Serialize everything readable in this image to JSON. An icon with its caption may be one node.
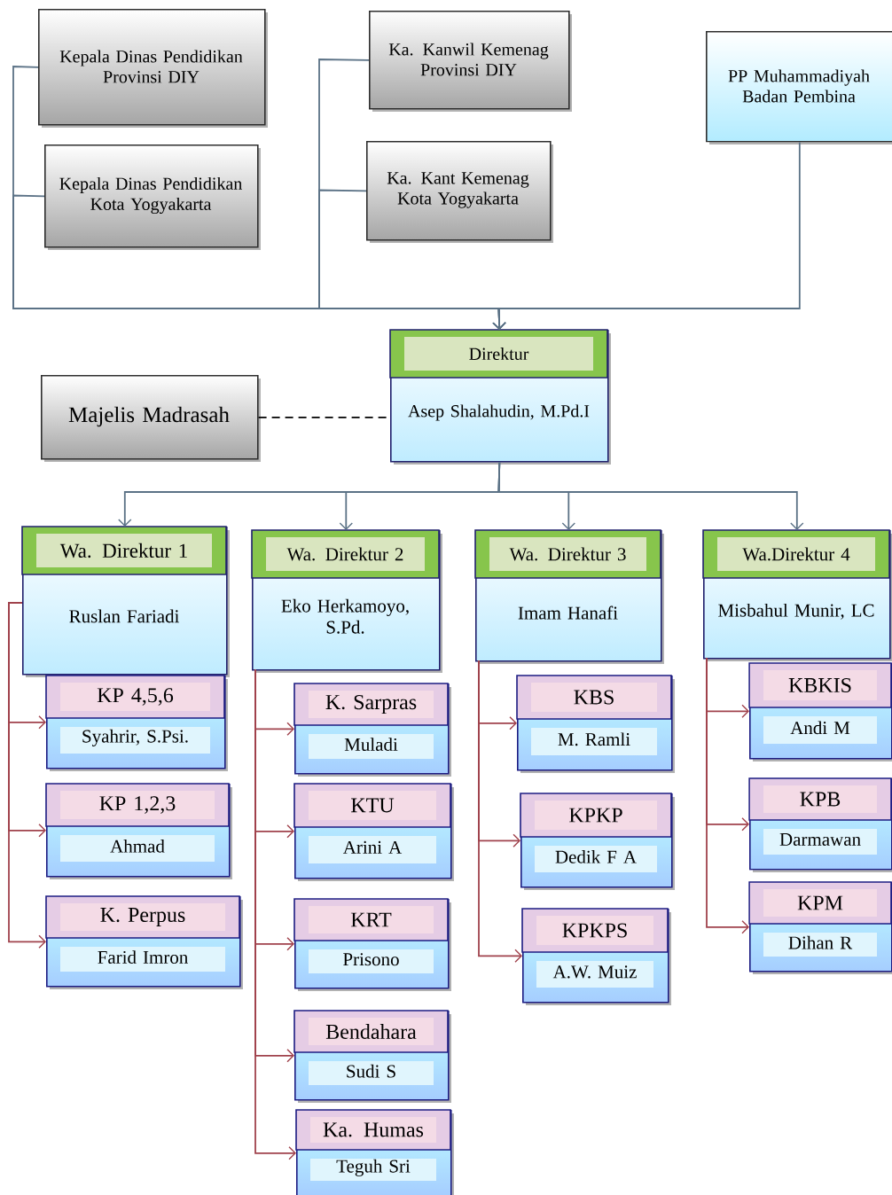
{
  "diagram": {
    "nodes": [
      {
        "text": [
          "Kepala Dinas Pendidikan Provinsi DIY"
        ]
      },
      {
        "text": [
          "Kepala Dinas Pendidikan Kota Yogyakarta"
        ]
      },
      {
        "text": [
          "Ka. Kanwil Kemenag Provinsi DIY"
        ]
      },
      {
        "text": [
          "Ka. Kant Kemenag Kota Yogyakarta"
        ]
      },
      {
        "text": [
          "PP Muhammadiyah Badan Pembina"
        ]
      },
      {
        "text": [
          "Direktur",
          "Asep Shalahudin, M.Pd.I"
        ]
      },
      {
        "text": [
          "Majelis Madrasah"
        ]
      },
      {
        "text": [
          "Wa. Direktur 1",
          "Ruslan Fariadi"
        ]
      },
      {
        "text": [
          "Wa. Direktur 2",
          "Eko Herkamoyo, S.Pd."
        ]
      },
      {
        "text": [
          "Wa. Direktur 3",
          "Imam Hanafi"
        ]
      },
      {
        "text": [
          "Wa.Direktur 4",
          "Misbahul Munir, LC"
        ]
      },
      {
        "text": [
          "KP 4,5,6",
          "Syahrir, S.Psi."
        ]
      },
      {
        "text": [
          "KP 1,2,3",
          "Ahmad"
        ]
      },
      {
        "text": [
          "K. Perpus",
          "Farid Imron"
        ]
      },
      {
        "text": [
          "K. Sarpras",
          "Muladi"
        ]
      },
      {
        "text": [
          "KTU",
          "Arini A"
        ]
      },
      {
        "text": [
          "KRT",
          "Prisono"
        ]
      },
      {
        "text": [
          "Bendahara",
          "Sudi S"
        ]
      },
      {
        "text": [
          "Ka. Humas",
          "Teguh Sri"
        ]
      },
      {
        "text": [
          "KBS",
          "M. Ramli"
        ]
      },
      {
        "text": [
          "KPKP",
          "Dedik F A"
        ]
      },
      {
        "text": [
          "KPKPS",
          "A.W. Muiz"
        ]
      },
      {
        "text": [
          "KBKIS",
          "Andi M"
        ]
      },
      {
        "text": [
          "KPB",
          "Darmawan"
        ]
      },
      {
        "text": [
          "KPM",
          "Dihan R"
        ]
      }
    ],
    "edges": [
      {
        "from": 0,
        "to": 5,
        "arrow": "to",
        "color": "#5b7286"
      },
      {
        "from": 1,
        "to": 5,
        "arrow": "to",
        "color": "#5b7286"
      },
      {
        "from": 2,
        "to": 5,
        "arrow": "to",
        "color": "#5b7286"
      },
      {
        "from": 3,
        "to": 5,
        "arrow": "to",
        "color": "#5b7286"
      },
      {
        "from": 4,
        "to": 5,
        "arrow": "to",
        "color": "#5b7286"
      },
      {
        "from": 6,
        "to": 5,
        "arrow": "none",
        "style": "dashed",
        "color": "#000000"
      },
      {
        "from": 5,
        "to": 7,
        "arrow": "to",
        "color": "#5b7286"
      },
      {
        "from": 5,
        "to": 8,
        "arrow": "to",
        "color": "#5b7286"
      },
      {
        "from": 5,
        "to": 9,
        "arrow": "to",
        "color": "#5b7286"
      },
      {
        "from": 5,
        "to": 10,
        "arrow": "to",
        "color": "#5b7286"
      },
      {
        "from": 7,
        "to": 11,
        "arrow": "to",
        "color": "#a0424c"
      },
      {
        "from": 7,
        "to": 12,
        "arrow": "to",
        "color": "#a0424c"
      },
      {
        "from": 7,
        "to": 13,
        "arrow": "to",
        "color": "#a0424c"
      },
      {
        "from": 8,
        "to": 14,
        "arrow": "to",
        "color": "#a0424c"
      },
      {
        "from": 8,
        "to": 15,
        "arrow": "to",
        "color": "#a0424c"
      },
      {
        "from": 8,
        "to": 16,
        "arrow": "to",
        "color": "#a0424c"
      },
      {
        "from": 8,
        "to": 17,
        "arrow": "to",
        "color": "#a0424c"
      },
      {
        "from": 8,
        "to": 18,
        "arrow": "to",
        "color": "#a0424c"
      },
      {
        "from": 9,
        "to": 19,
        "arrow": "to",
        "color": "#a0424c"
      },
      {
        "from": 9,
        "to": 20,
        "arrow": "to",
        "color": "#a0424c"
      },
      {
        "from": 9,
        "to": 21,
        "arrow": "to",
        "color": "#a0424c"
      },
      {
        "from": 10,
        "to": 22,
        "arrow": "to",
        "color": "#a0424c"
      },
      {
        "from": 10,
        "to": 23,
        "arrow": "to",
        "color": "#a0424c"
      },
      {
        "from": 10,
        "to": 24,
        "arrow": "to",
        "color": "#a0424c"
      }
    ]
  }
}
